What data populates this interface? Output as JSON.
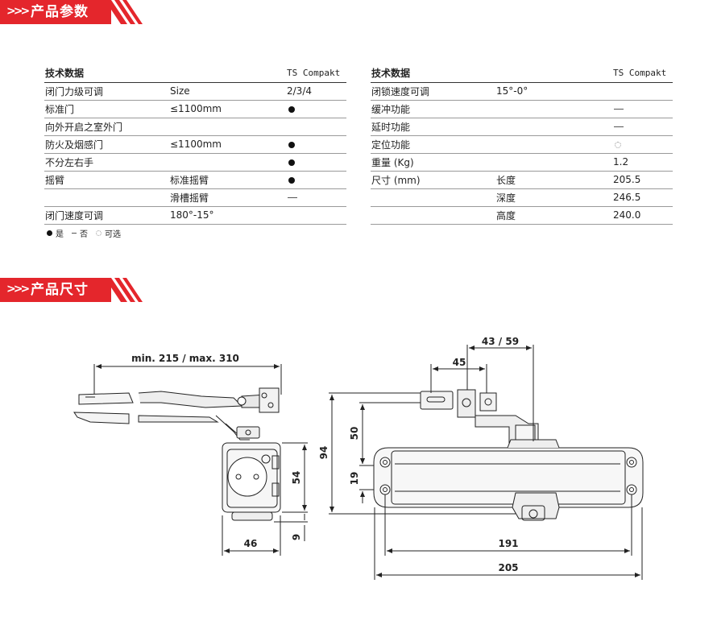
{
  "banners": {
    "params": "产品参数",
    "size": "产品尺寸",
    "arrows": ">>>"
  },
  "left_table": {
    "header": [
      "技术数据",
      "",
      "TS Compakt"
    ],
    "rows": [
      {
        "c1": "闭门力级可调",
        "c2": "Size",
        "c3": "2/3/4",
        "mark": ""
      },
      {
        "c1": "标准门",
        "c2": "≤1100mm",
        "c3": "",
        "mark": "yes"
      },
      {
        "c1": "向外开启之室外门",
        "c2": "",
        "c3": "",
        "mark": ""
      },
      {
        "c1": "防火及烟感门",
        "c2": "≤1100mm",
        "c3": "",
        "mark": "yes"
      },
      {
        "c1": "不分左右手",
        "c2": "",
        "c3": "",
        "mark": "yes"
      },
      {
        "c1": "摇臂",
        "c2": "标准摇臂",
        "c3": "",
        "mark": "yes"
      },
      {
        "c1": "",
        "c2": "滑槽摇臂",
        "c3": "",
        "mark": "no"
      },
      {
        "c1": "闭门速度可调",
        "c2": "180°-15°",
        "c3": "",
        "mark": ""
      }
    ]
  },
  "right_table": {
    "header": [
      "技术数据",
      "",
      "TS Compakt"
    ],
    "rows": [
      {
        "c1": "闭锁速度可调",
        "c2": "15°-0°",
        "c3": "",
        "mark": ""
      },
      {
        "c1": "缓冲功能",
        "c2": "",
        "c3": "",
        "mark": "no"
      },
      {
        "c1": "延时功能",
        "c2": "",
        "c3": "",
        "mark": "no"
      },
      {
        "c1": "定位功能",
        "c2": "",
        "c3": "",
        "mark": "optional"
      },
      {
        "c1": "重量 (Kg)",
        "c2": "",
        "c3": "1.2",
        "mark": ""
      },
      {
        "c1": "尺寸 (mm)",
        "c2": "长度",
        "c3": "205.5",
        "mark": ""
      },
      {
        "c1": "",
        "c2": "深度",
        "c3": "246.5",
        "mark": ""
      },
      {
        "c1": "",
        "c2": "高度",
        "c3": "240.0",
        "mark": ""
      }
    ]
  },
  "legend": {
    "yes": "是",
    "no": "否",
    "optional": "可选"
  },
  "dimensions": {
    "arm_span": "min. 215 / max. 310",
    "side_height": "54",
    "side_bottom": "9",
    "side_width": "46",
    "total_height": "94",
    "upper": "50",
    "lower": "19",
    "top_small": "45",
    "top_large": "43 / 59",
    "body_length": "191",
    "total_length": "205"
  }
}
